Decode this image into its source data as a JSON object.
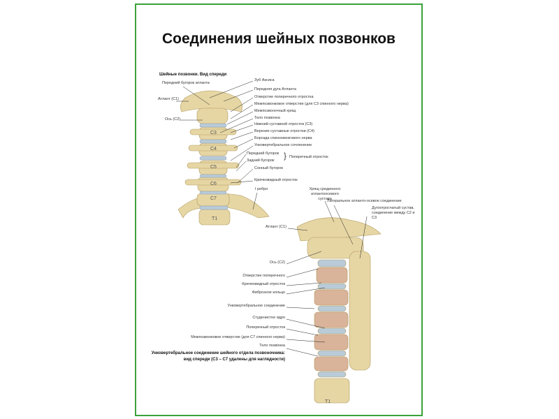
{
  "title": "Соединения шейных позвонков",
  "front_view": {
    "heading": "Шейные позвонки. Вид спереди",
    "left_labels": [
      "Передний бугорок атланта",
      "Атлант (C1)",
      "Ось (C2)"
    ],
    "right_labels": [
      "Зуб Аксиса",
      "Передняя дуга Атланта",
      "Отверстие поперечного отростка",
      "Межпозвонковое отверстие (для C3 спинного нерва)",
      "Межпозвоночный хрящ",
      "Тело позвонка",
      "Нижний суставной отросток (C3)",
      "Верхние суставные отростки (C4)",
      "Борозда спинномозгового нерва",
      "Унковертебральное сочленение"
    ],
    "tubercle_front": "Передний бугорок",
    "tubercle_back": "Задний бугорок",
    "transverse": "Поперечный отросток",
    "carotid": "Сонный бугорок",
    "uncinate": "Крючковидный отросток",
    "rib": "I ребро",
    "vertebrae": [
      "C3",
      "C4",
      "C5",
      "C6",
      "C7",
      "T1"
    ]
  },
  "section_view": {
    "top_labels": [
      "Хрящ срединного атлантоосевого сустава",
      "Латеральное атланто-осевое соединение",
      "Дугоотросчатый сустав, соединение между C2 и C3"
    ],
    "left_labels": [
      "Атлант (C1)",
      "Ось (C2)",
      "Отверстие поперечного",
      "Крючковидный отросток",
      "Фиброзное кольцо",
      "Унковертебральное соединение",
      "Студенистое ядро",
      "Поперечный отросток",
      "Межпозвонковое отверстие (для C7 спинного нерва)",
      "Тело позвонка"
    ],
    "caption_line1": "Унковертебральное соединение шейного отдела позвоночника:",
    "caption_line2": "вид спереди (C3 – C7 удалены для наглядности)",
    "vertebra": "T1"
  }
}
